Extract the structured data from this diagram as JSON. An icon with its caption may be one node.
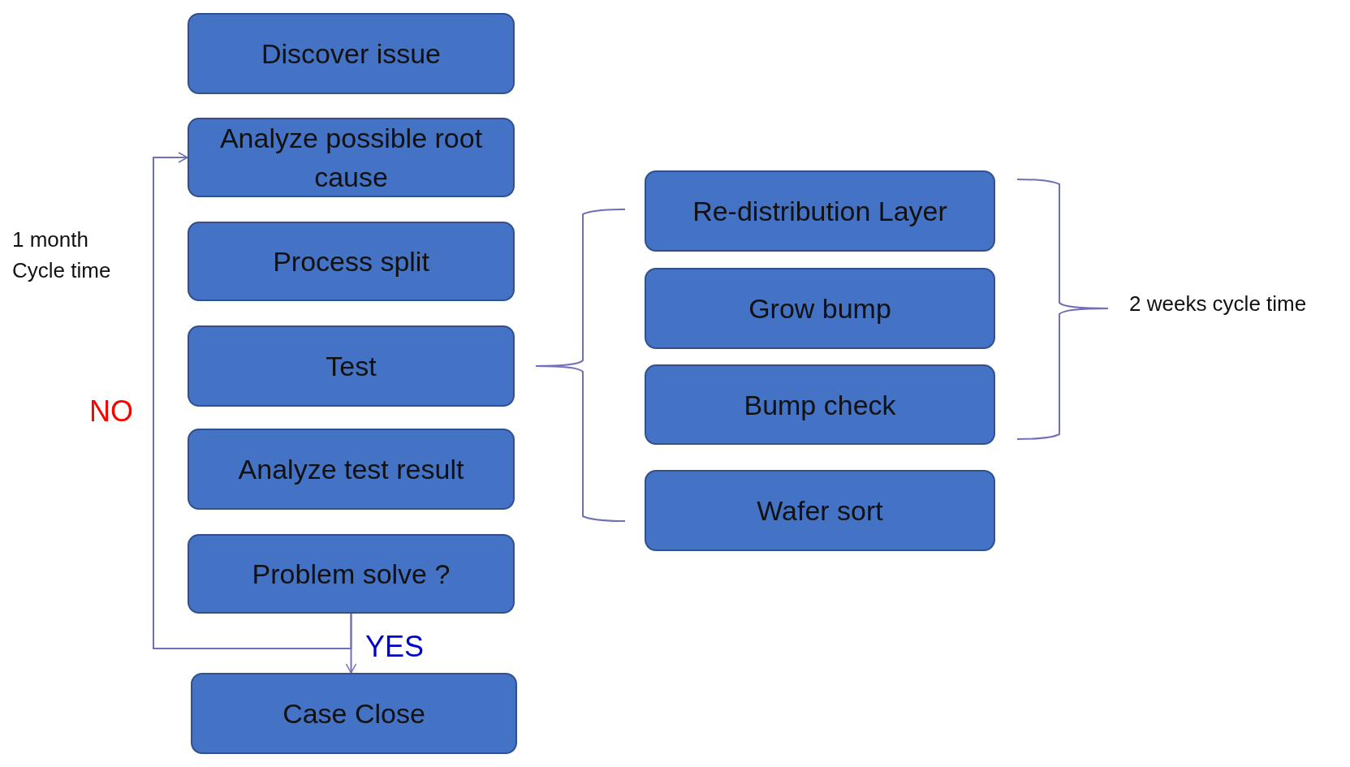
{
  "diagram": {
    "nodes": [
      {
        "text": [
          "Discover issue"
        ]
      },
      {
        "text": [
          "Analyze possible root cause"
        ]
      },
      {
        "text": [
          "Process split"
        ]
      },
      {
        "text": [
          "Test"
        ]
      },
      {
        "text": [
          "Analyze test result"
        ]
      },
      {
        "text": [
          "Problem solve ?"
        ]
      },
      {
        "text": [
          "Case Close"
        ]
      },
      {
        "text": [
          "Re-distribution Layer"
        ]
      },
      {
        "text": [
          "Grow bump"
        ]
      },
      {
        "text": [
          "Bump check"
        ]
      },
      {
        "text": [
          "Wafer sort"
        ]
      }
    ],
    "edges": [
      {
        "from": 5,
        "to": 1,
        "arrow": "to",
        "label": "NO"
      },
      {
        "from": 5,
        "to": 6,
        "arrow": "to",
        "label": "YES"
      }
    ],
    "labels": [
      "1 month Cycle time",
      "2 weeks cycle time"
    ]
  }
}
